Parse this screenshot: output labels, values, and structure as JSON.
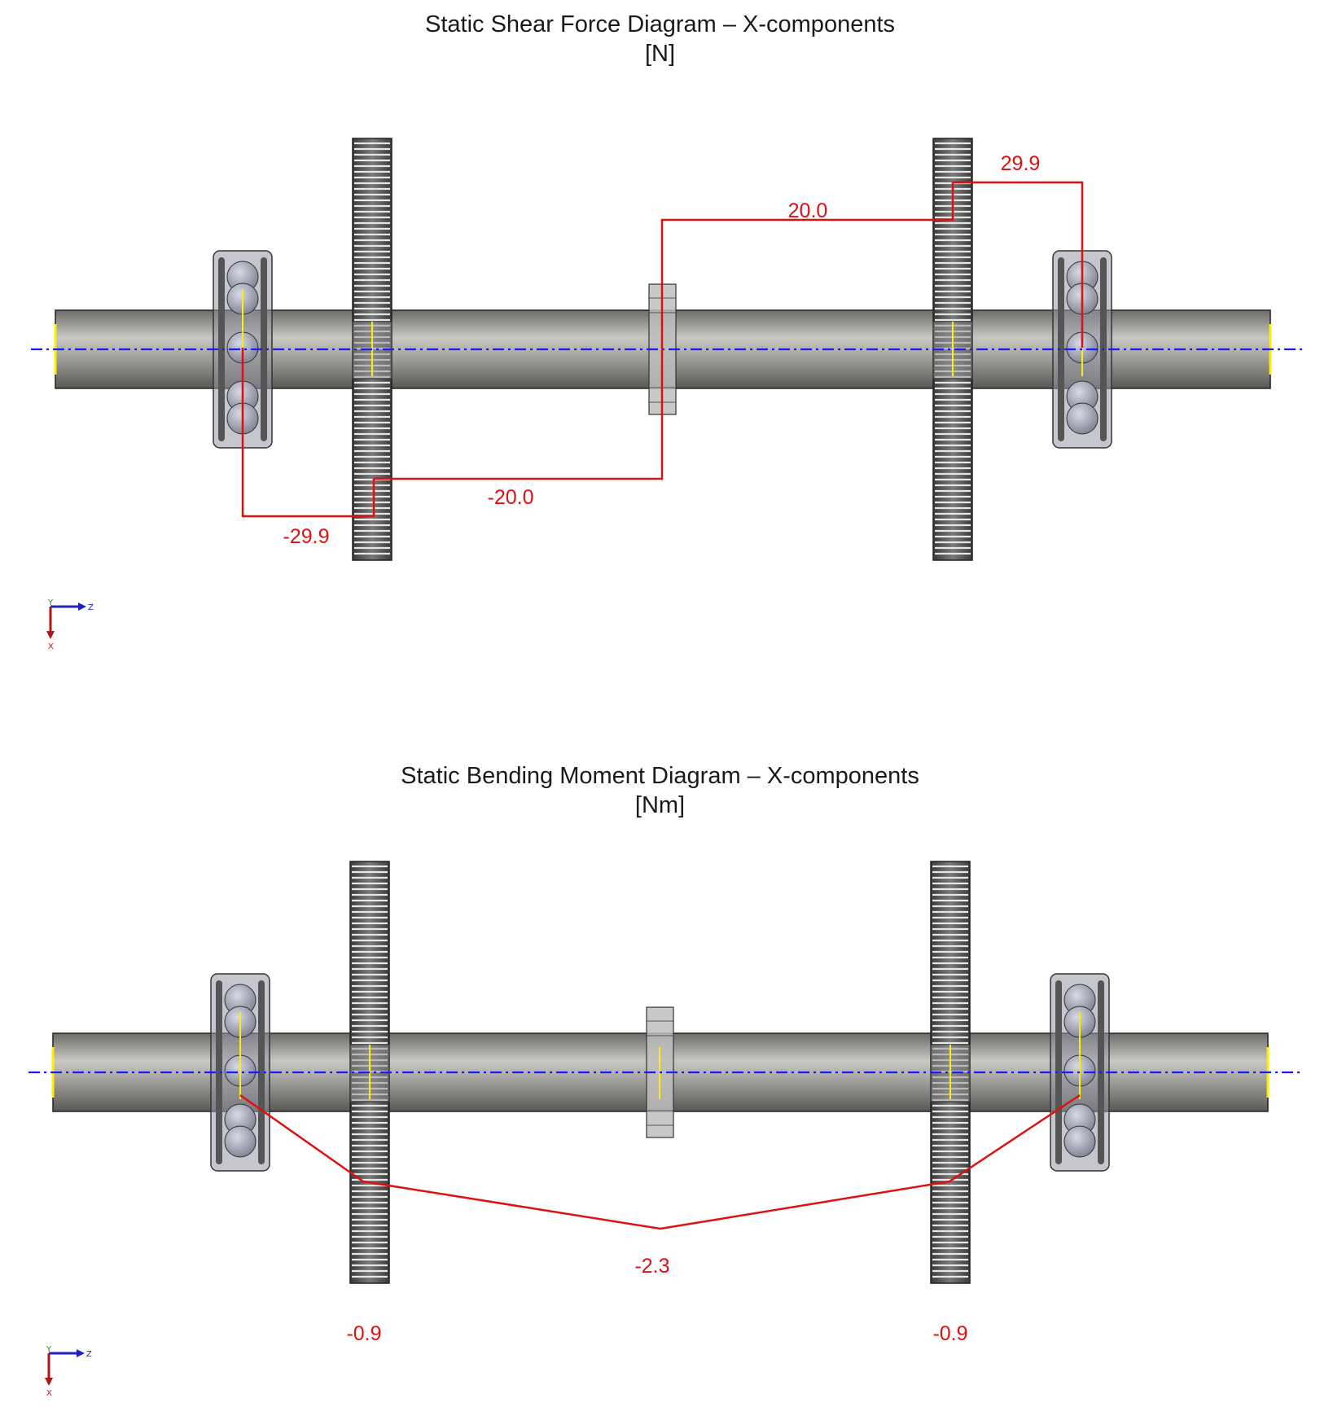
{
  "shear": {
    "title": "Static Shear Force Diagram – X-components",
    "unit": "[N]",
    "labels": [
      "29.9",
      "20.0",
      "-20.0",
      "-29.9"
    ]
  },
  "moment": {
    "title": "Static Bending Moment Diagram – X-components",
    "unit": "[Nm]",
    "labels": [
      "-2.3",
      "-0.9",
      "-0.9"
    ]
  },
  "triad": {
    "horizontal_axis": "Z",
    "vertical_axis": "X",
    "out_axis": "Y"
  },
  "colors": {
    "diagram": "#e01010",
    "centerline": "#1a1aff",
    "marker": "#ffee00",
    "shaft": "#8a8884"
  }
}
